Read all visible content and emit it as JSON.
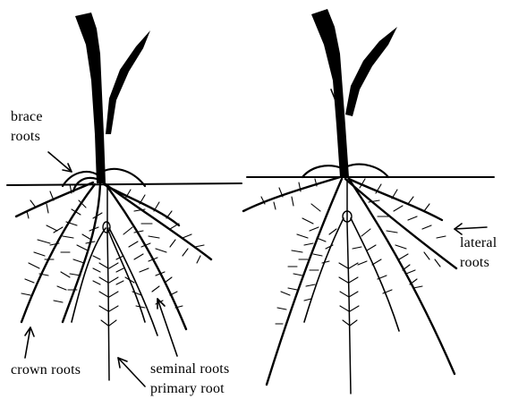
{
  "labels": {
    "brace_roots_line1": "brace",
    "brace_roots_line2": "roots",
    "lateral_roots_line1": "lateral",
    "lateral_roots_line2": "roots",
    "crown_roots": "crown roots",
    "seminal_roots": "seminal roots",
    "primary_root": "primary root"
  },
  "colors": {
    "ink": "#000000",
    "background": "#ffffff"
  }
}
